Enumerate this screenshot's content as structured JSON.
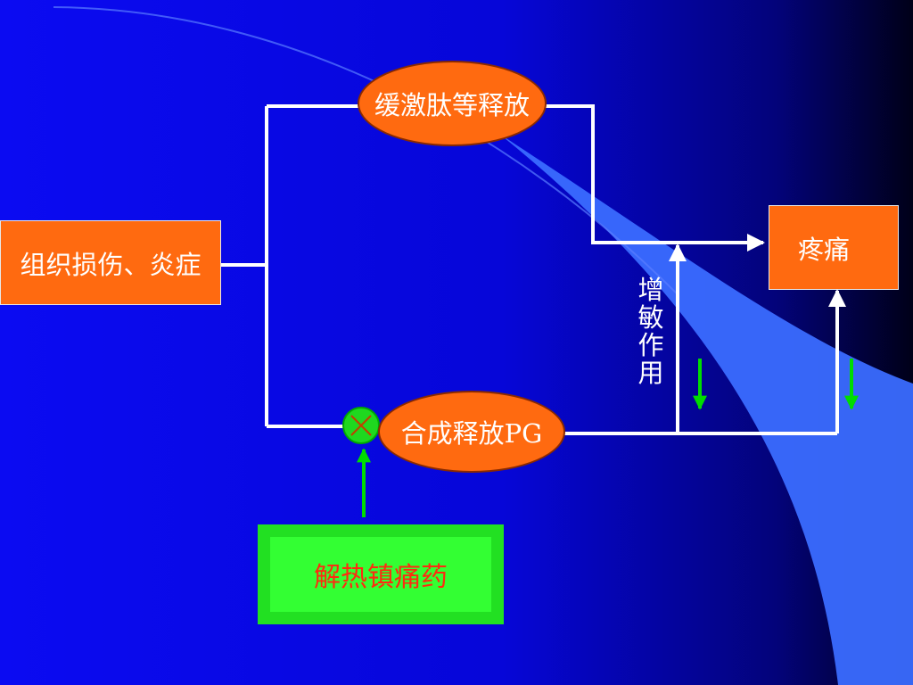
{
  "nodes": {
    "tissue_injury": "组织损伤、炎症",
    "bradykinin_release": "缓激肽等释放",
    "pg_synthesis": "合成释放PG",
    "pain": "疼痛",
    "sensitization": [
      "增",
      "敏",
      "作",
      "用"
    ],
    "analgesic_drug": "解热镇痛药"
  },
  "colors": {
    "background": "#0b0bf2",
    "node_fill": "#ff6a10",
    "drug_fill": "#33ff33",
    "arrow_green": "#00dd00",
    "line_white": "#ffffff"
  }
}
